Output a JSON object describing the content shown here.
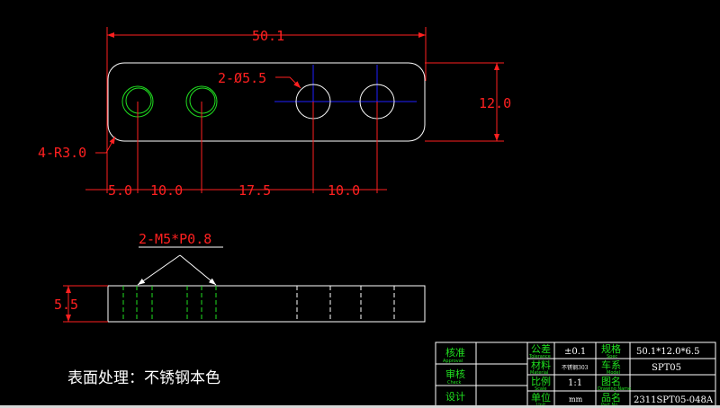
{
  "colors": {
    "background": "#000000",
    "dimension": "#ff2020",
    "outline": "#ffffff",
    "thread": "#20e020",
    "centerline": "#2020ff"
  },
  "top_view": {
    "overall_length": "50.1",
    "height": "12.0",
    "corner_radius": "4-R3.0",
    "hole_callout": "2-Ø5.5",
    "spacing": [
      "5.0",
      "10.0",
      "17.5",
      "10.0"
    ]
  },
  "side_view": {
    "thickness": "5.5",
    "thread_callout": "2-M5*P0.8"
  },
  "note": "表面处理：不锈钢本色",
  "title_block": {
    "approval": {
      "label": "核准",
      "sub": "Approval"
    },
    "check": {
      "label": "审核",
      "sub": "Check"
    },
    "design": {
      "label": "设计"
    },
    "tolerance": {
      "label": "公差",
      "sub": "Tolerance",
      "value": "±0.1"
    },
    "material": {
      "label": "材料",
      "sub": "Material",
      "value": "不锈钢303"
    },
    "scale": {
      "label": "比例",
      "sub": "Scale",
      "value": "1:1"
    },
    "unit": {
      "label": "单位",
      "sub": "Unit",
      "value": "mm"
    },
    "spec": {
      "label": "规格",
      "sub": "Spec",
      "value": "50.1*12.0*6.5"
    },
    "series": {
      "label": "车系",
      "sub": "Model",
      "value": "SPT05"
    },
    "drawing_name": {
      "label": "图名",
      "sub": "Drawing Name",
      "value": ""
    },
    "part_no": {
      "label": "品名",
      "sub": "Part No",
      "value": "2311SPT05-048A"
    }
  }
}
